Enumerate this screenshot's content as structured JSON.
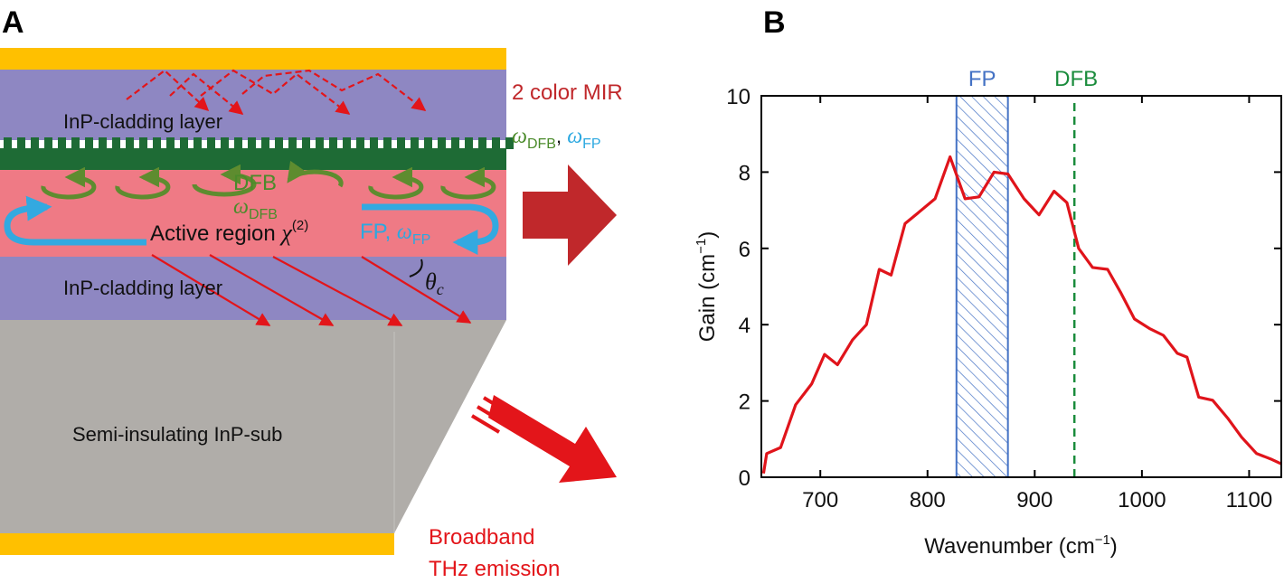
{
  "panel_a": {
    "letter": "A",
    "cladding_top": "InP-cladding layer",
    "cladding_bottom": "InP-cladding layer",
    "mir_label": "2 color MIR",
    "omega_line": {
      "omega1": "ω",
      "sub1": "DFB",
      "sep": ", ",
      "omega2": "ω",
      "sub2": "FP"
    },
    "dfb_label": "DFB",
    "dfb_omega": {
      "omega": "ω",
      "sub": "DFB"
    },
    "active_region": {
      "text": "Active region ",
      "chi": "χ",
      "sup": "(2)"
    },
    "fp_label": {
      "text": "FP, ",
      "omega": "ω",
      "sub": "FP"
    },
    "theta_label": {
      "theta": "θ",
      "sub": "c"
    },
    "substrate": "Semi-insulating InP-sub",
    "thz_line1": "Broadband",
    "thz_line2": "THz emission",
    "colors": {
      "gold": "#FFC000",
      "cladding": "#8E87C2",
      "grating": "#1E6B35",
      "active": "#EF7A85",
      "substrate": "#B0ADA9",
      "red": "#E3151A",
      "dark_red": "#C0282B",
      "green_arrow": "#5E8C2F",
      "blue_arrow": "#33A9E0",
      "mir_text": "#C0282B",
      "green_text": "#4B8B2B",
      "blue_text": "#2BA8E0"
    }
  },
  "panel_b": {
    "letter": "B",
    "fp_box_label": "FP",
    "dfb_line_label": "DFB",
    "colors": {
      "line": "#E0141B",
      "fp": "#4472C4",
      "dfb": "#1A8C3C"
    }
  },
  "chart_data": {
    "type": "line",
    "title": "",
    "xlabel": "Wavenumber (cm",
    "xlabel_sup": "−1",
    "xlabel_close": ")",
    "ylabel": "Gain (cm",
    "ylabel_sup": "−1",
    "ylabel_close": ")",
    "xlim": [
      645,
      1130
    ],
    "ylim": [
      0,
      10
    ],
    "xticks": [
      700,
      800,
      900,
      1000,
      1100
    ],
    "yticks": [
      0,
      2,
      4,
      6,
      8,
      10
    ],
    "series": [
      {
        "x": [
          647,
          650,
          663,
          677,
          692,
          704,
          716,
          730,
          743,
          755,
          766,
          779,
          792,
          807,
          821,
          835,
          848,
          862,
          875,
          890,
          904,
          918,
          930,
          941,
          954,
          968,
          980,
          993,
          1007,
          1020,
          1033,
          1042,
          1053,
          1066,
          1080,
          1093,
          1107,
          1120,
          1130
        ],
        "y": [
          0.1,
          0.62,
          0.78,
          1.9,
          2.45,
          3.22,
          2.95,
          3.6,
          4.0,
          5.45,
          5.3,
          6.65,
          6.95,
          7.3,
          8.4,
          7.3,
          7.35,
          8.0,
          7.95,
          7.3,
          6.88,
          7.5,
          7.2,
          6.0,
          5.5,
          5.45,
          4.85,
          4.15,
          3.9,
          3.72,
          3.25,
          3.15,
          2.1,
          2.02,
          1.55,
          1.05,
          0.62,
          0.48,
          0.35
        ]
      }
    ],
    "fp_band": [
      827,
      875
    ],
    "dfb_line_x": 937
  }
}
